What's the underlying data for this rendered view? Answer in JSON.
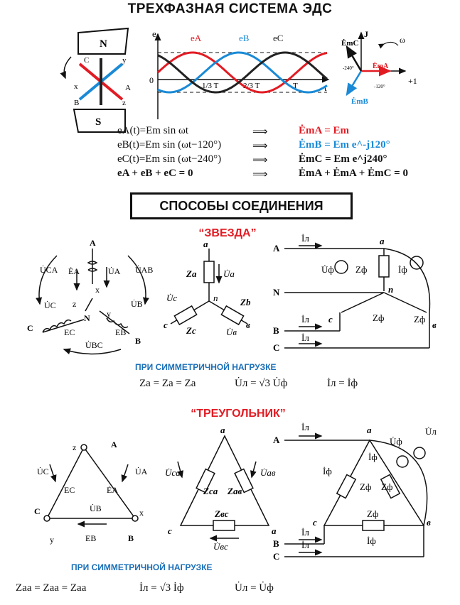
{
  "title": "ТРЕХФАЗНАЯ СИСТЕМА ЭДС",
  "generator": {
    "pole_n": "N",
    "pole_s": "S",
    "coil_labels": [
      "C",
      "y",
      "x",
      "A",
      "B",
      "z"
    ]
  },
  "waveform": {
    "axis_y": "e",
    "axis_x": "t",
    "origin": "0",
    "series": [
      {
        "name": "eA",
        "color": "#e21b23",
        "phase_deg": 0
      },
      {
        "name": "eB",
        "color": "#1a8ad6",
        "phase_deg": -120
      },
      {
        "name": "eC",
        "color": "#222222",
        "phase_deg": -240
      }
    ],
    "ticks": [
      "1/3 T",
      "2/3 T",
      "T"
    ]
  },
  "phasor": {
    "axis_j": "J",
    "axis_real": "+1",
    "omega": "ω",
    "labels": [
      "ĖmC",
      "ĖmA",
      "ĖmB"
    ],
    "angles": [
      "-240°",
      "-120°"
    ]
  },
  "equations": [
    {
      "left": "eA(t)=Em sin ωt",
      "right": "ĖmA = Em",
      "color": "#e21b23"
    },
    {
      "left": "eB(t)=Em sin (ωt−120°)",
      "right": "ĖmB = Em e^-j120°",
      "color": "#1a8ad6"
    },
    {
      "left": "eC(t)=Em sin (ωt−240°)",
      "right": "ĖmC = Em e^j240°",
      "color": "#222222"
    },
    {
      "left": "eA + eB + eC = 0",
      "right": "ĖmA + ĖmA + ĖmC = 0",
      "color": "#222222"
    }
  ],
  "methods_title": "СПОСОБЫ СОЕДИНЕНИЯ",
  "star": {
    "title": "“ЗВЕЗДА”",
    "note": "ПРИ СИММЕТРИЧНОЙ НАГРУЗКЕ",
    "eq1": "Za = Za = Za",
    "eq2": "U̇л = √3 U̇ф",
    "eq3": "İл = İф",
    "gen_labels": [
      "A",
      "ĖA",
      "U̇A",
      "U̇CA",
      "U̇AB",
      "U̇C",
      "U̇B",
      "EC",
      "EB",
      "U̇BC",
      "N",
      "C",
      "B",
      "x",
      "y",
      "z"
    ],
    "load_labels": [
      "a",
      "Za",
      "U̇a",
      "n",
      "U̇c",
      "Zb",
      "Zc",
      "U̇в",
      "c",
      "в"
    ],
    "circuit_labels": [
      "A",
      "N",
      "B",
      "C",
      "İл",
      "İл",
      "İл",
      "a",
      "n",
      "c",
      "в",
      "U̇ф",
      "Zф",
      "İф",
      "Zф",
      "Zф"
    ]
  },
  "delta": {
    "title": "“ТРЕУГОЛЬНИК”",
    "note": "ПРИ СИММЕТРИЧНОЙ НАГРУЗКЕ",
    "eq1": "Zaa = Zaa = Zaa",
    "eq2": "İл = √3 İф",
    "eq3": "U̇л = U̇ф",
    "gen_labels": [
      "A",
      "z",
      "U̇C",
      "EC",
      "ĖA",
      "U̇A",
      "C",
      "x",
      "U̇B",
      "y",
      "EB",
      "B"
    ],
    "load_labels": [
      "a",
      "U̇ca",
      "Zca",
      "Zaв",
      "U̇aв",
      "Zвc",
      "c",
      "a",
      "U̇вc"
    ],
    "circuit_labels": [
      "A",
      "B",
      "C",
      "İл",
      "İл",
      "İл",
      "a",
      "c",
      "в",
      "U̇л",
      "U̇ф",
      "İф",
      "İф",
      "Zф",
      "Zф",
      "Zф",
      "İф"
    ]
  }
}
